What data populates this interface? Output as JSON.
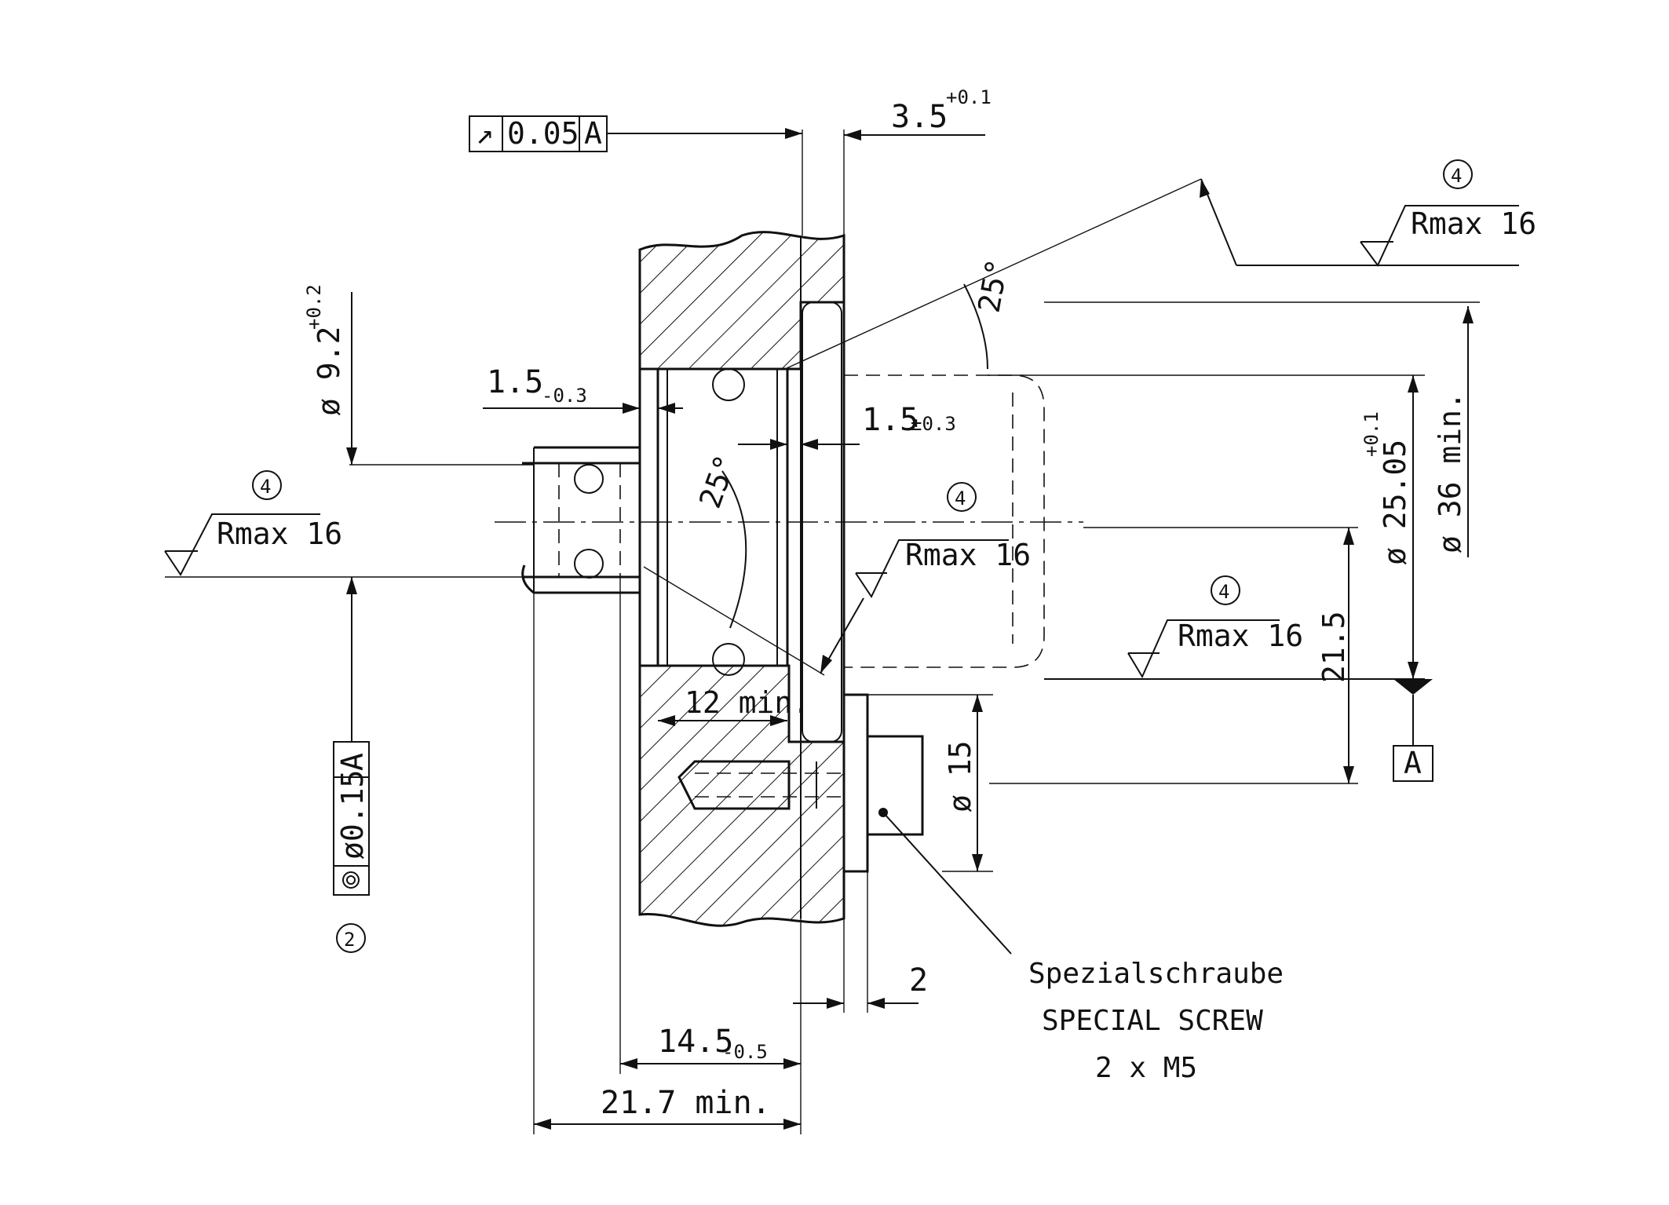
{
  "drawing": {
    "labels": {
      "dim_3_5": "3.5",
      "dim_3_5_tol": "+0.1",
      "runout_value": "0.05",
      "runout_datum": "A",
      "dim_phi_9_2": "ø 9.2",
      "dim_phi_9_2_tol": "+0.2",
      "dim_1_5_left": "1.5",
      "dim_1_5_left_tol": "-0.3",
      "dim_1_5_mid": "1.5",
      "dim_1_5_mid_tol": "±0.3",
      "angle_25_top": "25°",
      "angle_25_inner": "25°",
      "dim_phi_25_05": "ø 25.05",
      "dim_phi_25_05_tol": "+0.1",
      "dim_phi_36": "ø 36 min.",
      "dim_21_5": "21.5",
      "datum_a": "A",
      "dim_12_min": "12 min.",
      "dim_phi_15": "ø 15",
      "dim_2": "2",
      "dim_14_5": "14.5",
      "dim_14_5_tol": "-0.5",
      "dim_21_7": "21.7 min.",
      "concentricity_value": "ø0.15",
      "concentricity_datum": "A",
      "note_2": "2",
      "note_4": "4",
      "rmax": "Rmax 16",
      "screw_de": "Spezialschraube",
      "screw_en": "SPECIAL SCREW",
      "screw_qty": "2 x M5"
    }
  }
}
